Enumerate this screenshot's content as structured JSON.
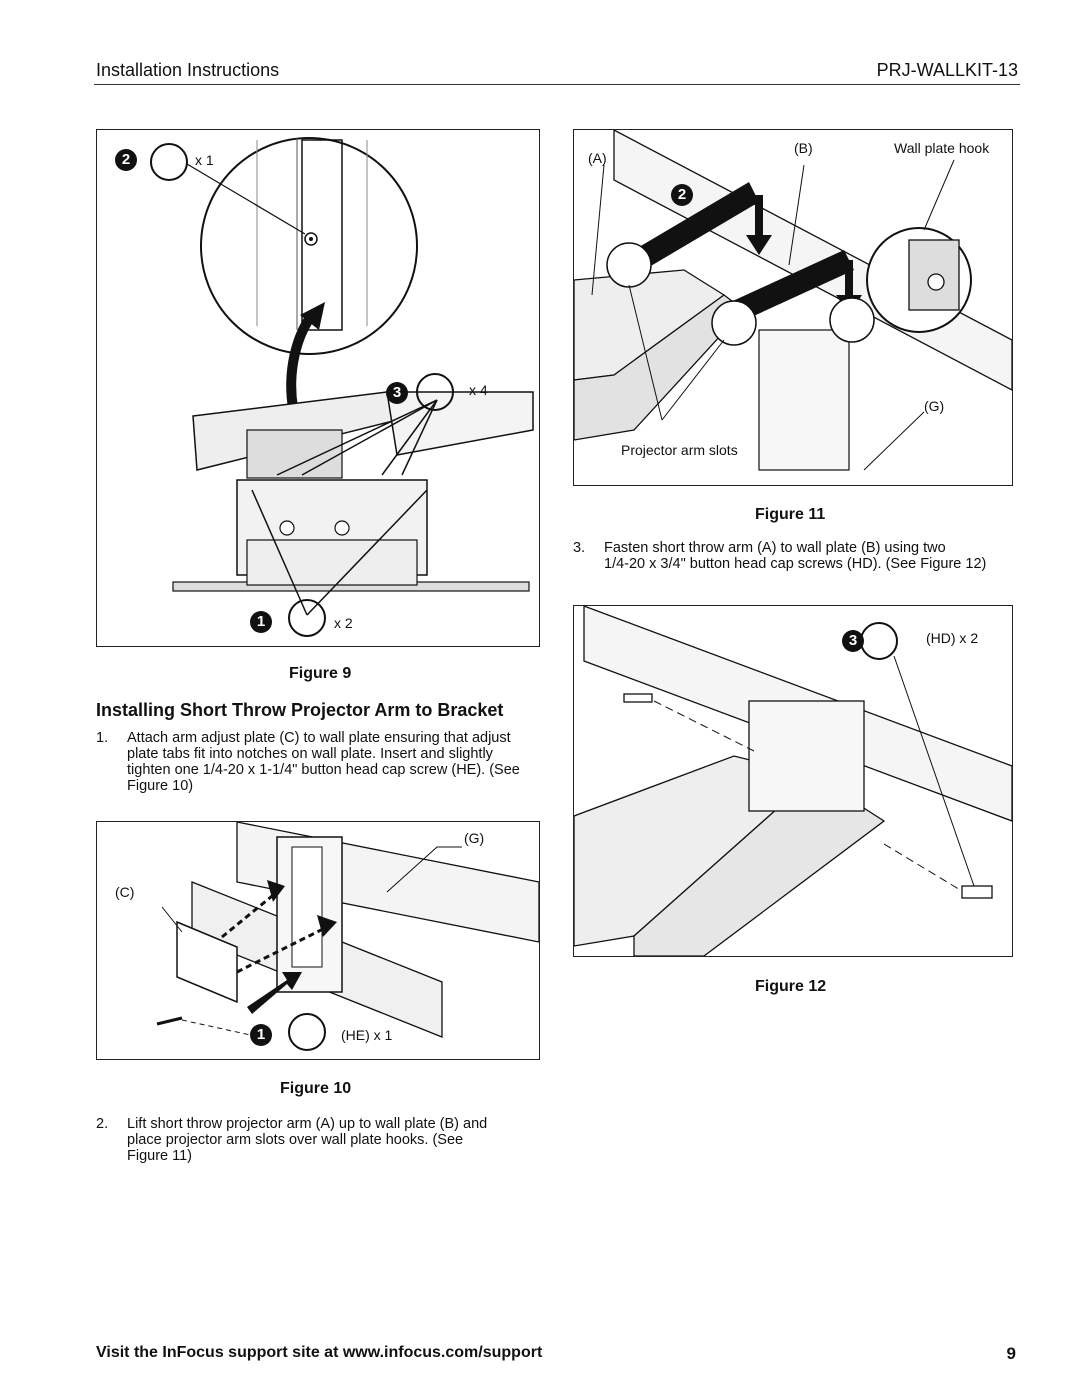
{
  "header": {
    "title": "Installation Instructions",
    "model": "PRJ-WALLKIT-13"
  },
  "figure9": {
    "caption": "Figure 9",
    "badges": [
      "2",
      "3",
      "1"
    ],
    "counts": [
      "x 1",
      "x 4",
      "x 2"
    ],
    "icons": [
      "screw-hand-icon",
      "screw-hand-icon",
      "screw-hand-icon"
    ]
  },
  "section": {
    "title": "Installing Short Throw Projector Arm to Bracket"
  },
  "steps": [
    {
      "num": "1.",
      "lines": [
        "Attach arm adjust plate (C) to wall plate ensuring that adjust",
        "plate tabs fit into notches on wall plate. Insert and slightly",
        "tighten one 1/4-20 x 1-1/4\" button head cap screw (HE). (See",
        "Figure 10)"
      ]
    },
    {
      "num": "2.",
      "lines": [
        "Lift short throw projector arm (A) up to wall plate (B) and",
        "place projector arm slots over wall plate hooks.   (See",
        "Figure 11)"
      ]
    },
    {
      "num": "3.",
      "lines": [
        "Fasten short throw arm (A) to wall plate (B) using two",
        "1/4-20 x 3/4\" button head cap screws (HD). (See Figure 12)"
      ]
    }
  ],
  "figure10": {
    "caption": "Figure 10",
    "labels": {
      "g": "(G)",
      "c": "(C)",
      "he": "(HE) x 1"
    },
    "badge": "1"
  },
  "figure11": {
    "caption": "Figure 11",
    "labels": {
      "a": "(A)",
      "b": "(B)",
      "hook": "Wall plate hook",
      "g": "(G)",
      "slots": "Projector arm slots"
    },
    "badge": "2"
  },
  "figure12": {
    "caption": "Figure 12",
    "labels": {
      "hd": "(HD) x 2"
    },
    "badge": "3"
  },
  "footer": {
    "text": "Visit the InFocus support site at www.infocus.com/support",
    "page": "9"
  }
}
